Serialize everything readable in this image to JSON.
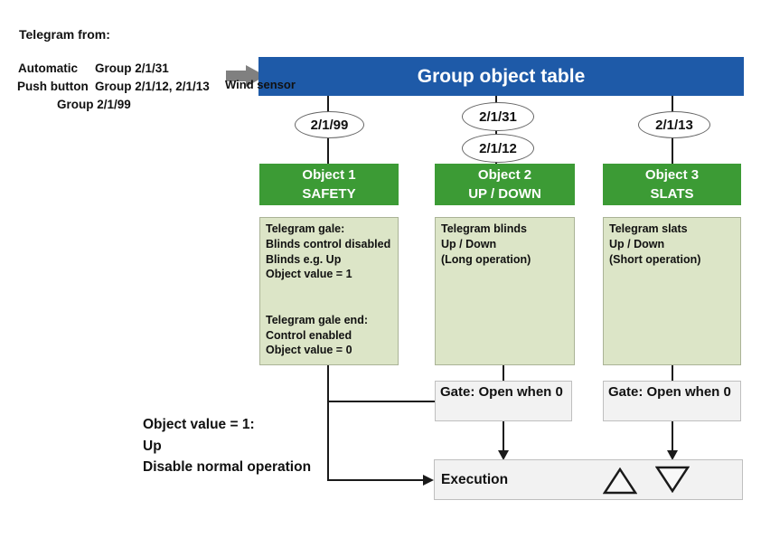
{
  "colors": {
    "header_blue": "#1E5AA8",
    "object_green": "#3C9B35",
    "content_light_green": "#DCE5C7",
    "box_gray": "#F2F2F2",
    "box_border_gray": "#BFBFBF",
    "arrow_gray": "#808080",
    "line_black": "#1A1A1A"
  },
  "telegram_from": {
    "title": "Telegram from:",
    "row1_source": "Automatic",
    "row1_group": "Group 2/1/31",
    "row2_source": "Push button",
    "row2_group": "Group 2/1/12, 2/1/13",
    "row3_group": "Group 2/1/99"
  },
  "wind_sensor_label": "Wind sensor",
  "header": {
    "title": "Group object table"
  },
  "columns": [
    {
      "addresses": [
        "2/1/99"
      ],
      "title": "Object 1",
      "subtitle": "SAFETY",
      "content_lines": [
        "Telegram gale:",
        "Blinds control disabled",
        "Blinds e.g. Up",
        "Object value = 1",
        "",
        "",
        "Telegram gale end:",
        "Control enabled",
        "Object value = 0"
      ],
      "gate_label": ""
    },
    {
      "addresses": [
        "2/1/31",
        "2/1/12"
      ],
      "title": "Object 2",
      "subtitle": "UP / DOWN",
      "content_lines": [
        "Telegram blinds",
        "Up / Down",
        "(Long operation)"
      ],
      "gate_label": "Gate: Open when 0"
    },
    {
      "addresses": [
        "2/1/13"
      ],
      "title": "Object 3",
      "subtitle": "SLATS",
      "content_lines": [
        "Telegram slats",
        "Up / Down",
        "(Short operation)"
      ],
      "gate_label": "Gate: Open when 0"
    }
  ],
  "note_lines": [
    "Object value = 1:",
    "Up",
    "Disable normal operation"
  ],
  "execution": {
    "label": "Execution",
    "icons": [
      "up-triangle",
      "down-triangle"
    ]
  }
}
